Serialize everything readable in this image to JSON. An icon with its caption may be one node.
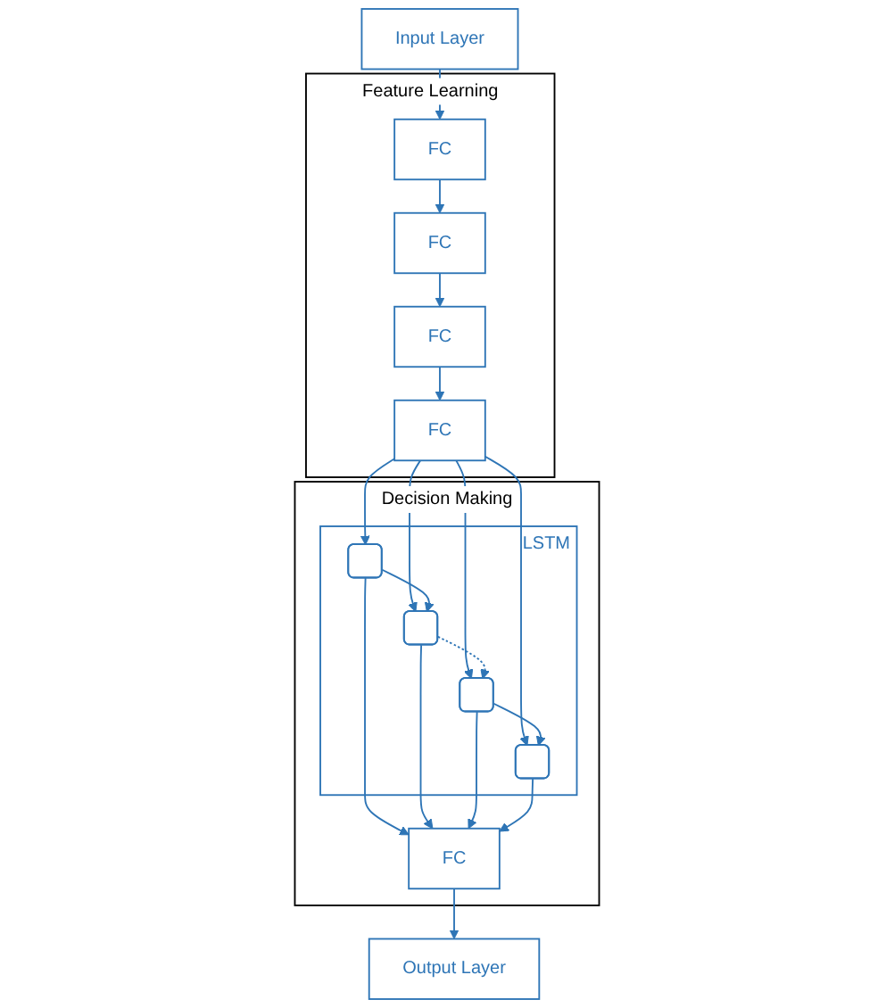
{
  "diagram": {
    "nodes": [
      {
        "text": [
          "Input Layer"
        ]
      },
      {
        "text": [
          "Feature Learning"
        ]
      },
      {
        "text": [
          "FC"
        ],
        "in": 1
      },
      {
        "text": [
          "FC"
        ],
        "in": 1
      },
      {
        "text": [
          "FC"
        ],
        "in": 1
      },
      {
        "text": [
          "FC"
        ],
        "in": 1
      },
      {
        "text": [
          "Decision Making"
        ]
      },
      {
        "text": [
          "LSTM"
        ],
        "in": 6
      },
      {
        "text": [],
        "shape": "box",
        "in": 7
      },
      {
        "text": [],
        "shape": "box",
        "in": 7
      },
      {
        "text": [],
        "shape": "box",
        "in": 7
      },
      {
        "text": [],
        "shape": "box",
        "in": 7
      },
      {
        "text": [
          "FC"
        ],
        "in": 6
      },
      {
        "text": [
          "Output Layer"
        ]
      }
    ],
    "edges": [
      {
        "from": 0,
        "to": 2,
        "arrow": "to"
      },
      {
        "from": 2,
        "to": 3,
        "arrow": "to"
      },
      {
        "from": 3,
        "to": 4,
        "arrow": "to"
      },
      {
        "from": 4,
        "to": 5,
        "arrow": "to"
      },
      {
        "from": 5,
        "to": 8,
        "arrow": "to"
      },
      {
        "from": 5,
        "to": 9,
        "arrow": "to"
      },
      {
        "from": 5,
        "to": 10,
        "arrow": "to"
      },
      {
        "from": 5,
        "to": 11,
        "arrow": "to"
      },
      {
        "from": 8,
        "to": 9,
        "arrow": "to"
      },
      {
        "from": 9,
        "to": 10,
        "arrow": "to",
        "style": "dashed"
      },
      {
        "from": 10,
        "to": 11,
        "arrow": "to"
      },
      {
        "from": 8,
        "to": 12,
        "arrow": "to"
      },
      {
        "from": 9,
        "to": 12,
        "arrow": "to"
      },
      {
        "from": 10,
        "to": 12,
        "arrow": "to"
      },
      {
        "from": 11,
        "to": 12,
        "arrow": "to"
      },
      {
        "from": 12,
        "to": 13,
        "arrow": "to"
      }
    ]
  }
}
